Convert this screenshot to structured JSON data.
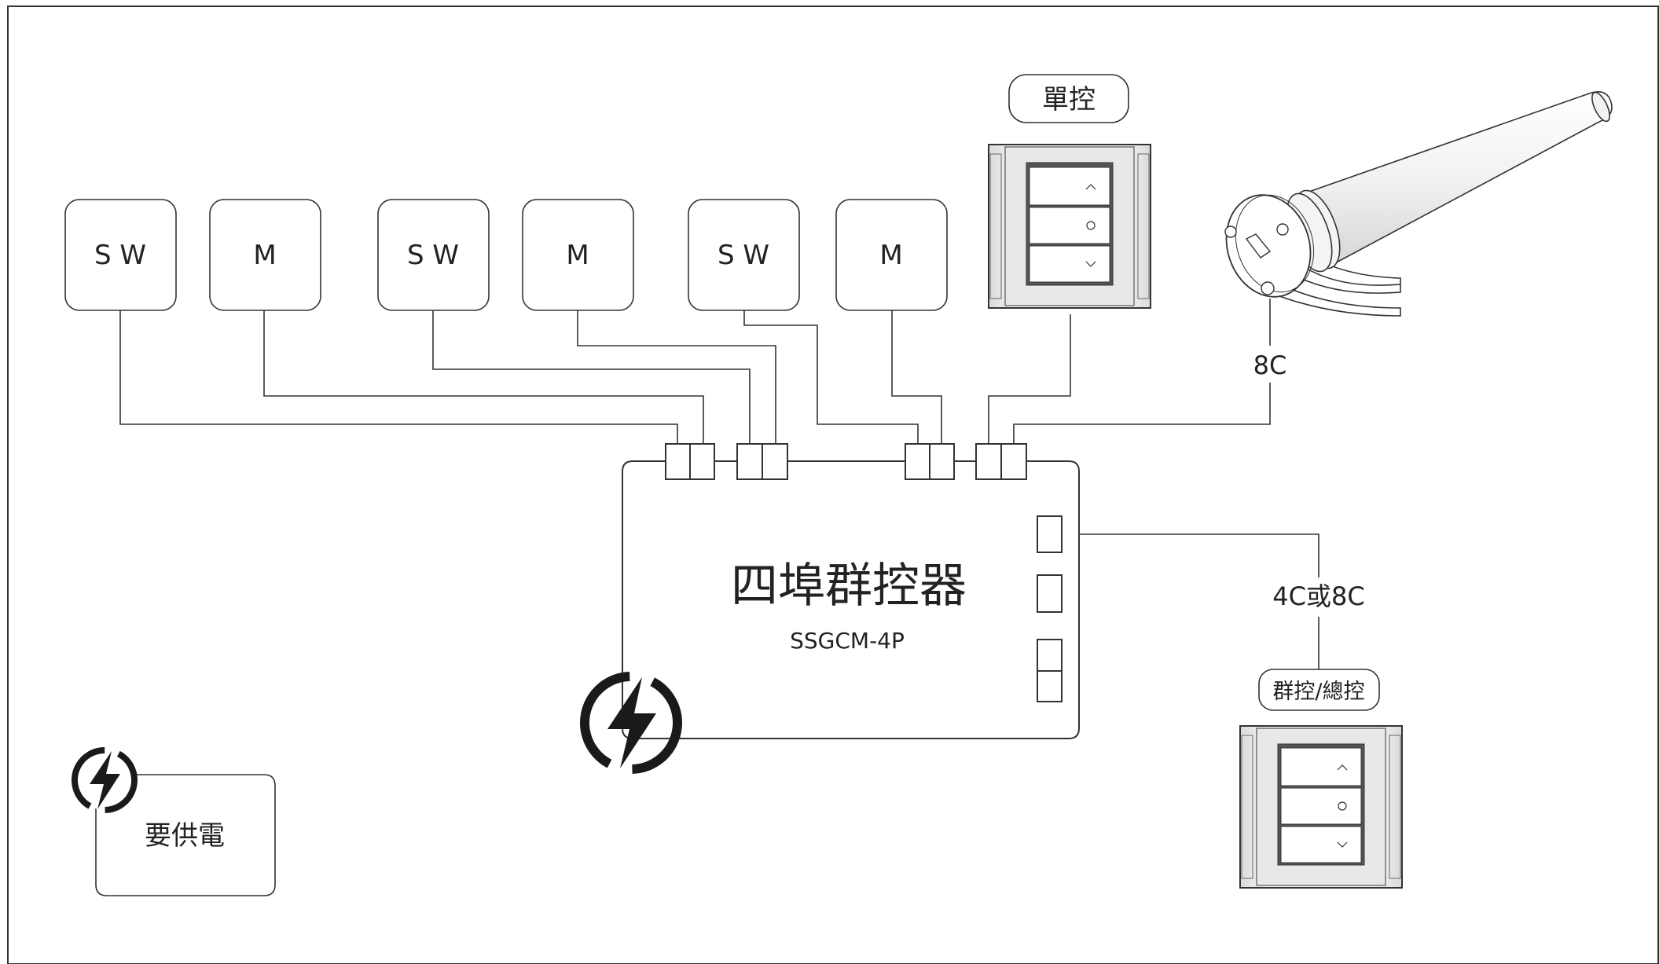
{
  "controller": {
    "title": "四埠群控器",
    "model": "SSGCM-4P"
  },
  "devices": [
    {
      "type": "switch",
      "label": "S W"
    },
    {
      "type": "motor",
      "label": "M"
    },
    {
      "type": "switch",
      "label": "S W"
    },
    {
      "type": "motor",
      "label": "M"
    },
    {
      "type": "switch",
      "label": "S W"
    },
    {
      "type": "motor",
      "label": "M"
    }
  ],
  "single_control": {
    "label": "單控",
    "buttons": [
      "up-arrow-icon",
      "stop-circle-icon",
      "down-arrow-icon"
    ]
  },
  "tube_motor": {
    "cable_label": "8C"
  },
  "group_control": {
    "cable_label": "4C或8C",
    "label": "群控/總控",
    "buttons": [
      "up-arrow-icon",
      "stop-circle-icon",
      "down-arrow-icon"
    ]
  },
  "legend": {
    "label": "要供電",
    "icon": "lightning-bolt-icon"
  },
  "colors": {
    "line": "#333333",
    "background": "#ffffff",
    "switch_panel_bg": "#e2e2e2"
  }
}
